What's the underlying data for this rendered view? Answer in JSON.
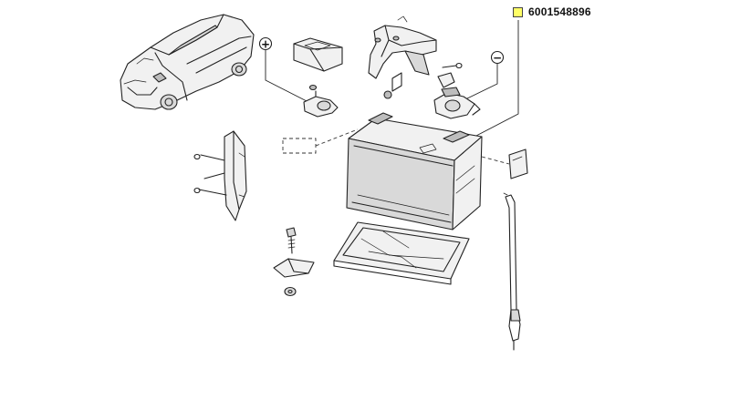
{
  "callout": {
    "part_number": "6001548896",
    "marker_color": "#ffff66"
  },
  "terminals": {
    "positive_symbol": "+",
    "negative_symbol": "−"
  },
  "parts": [
    "vehicle-illustration",
    "battery-clamp-bracket",
    "positive-terminal-assembly",
    "terminal-cover",
    "negative-terminal-assembly",
    "mounting-bracket",
    "battery",
    "battery-tray",
    "bolt-and-washer",
    "tie-rod",
    "label-plate"
  ]
}
